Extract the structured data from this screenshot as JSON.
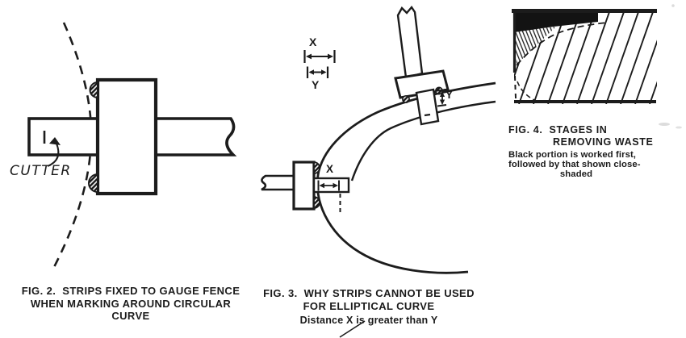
{
  "page": {
    "paper_color": "#ffffff",
    "ink_color": "#1c1c1c"
  },
  "fig2": {
    "cutter_label": "CUTTER",
    "caption": [
      "FIG. 2.  STRIPS FIXED TO GAUGE FENCE",
      "WHEN MARKING AROUND CIRCULAR",
      "CURVE"
    ]
  },
  "fig3": {
    "legend_x": "X",
    "legend_y": "Y",
    "dim_x": "X",
    "dim_y": "Y",
    "caption": [
      "FIG. 3.  WHY STRIPS CANNOT BE USED",
      "FOR ELLIPTICAL CURVE"
    ],
    "subcaption": "Distance X is greater than Y"
  },
  "fig4": {
    "caption": [
      "FIG. 4.  STAGES IN",
      "REMOVING WASTE"
    ],
    "note": [
      "Black portion is worked first,",
      "followed by that shown close-",
      "shaded"
    ]
  }
}
